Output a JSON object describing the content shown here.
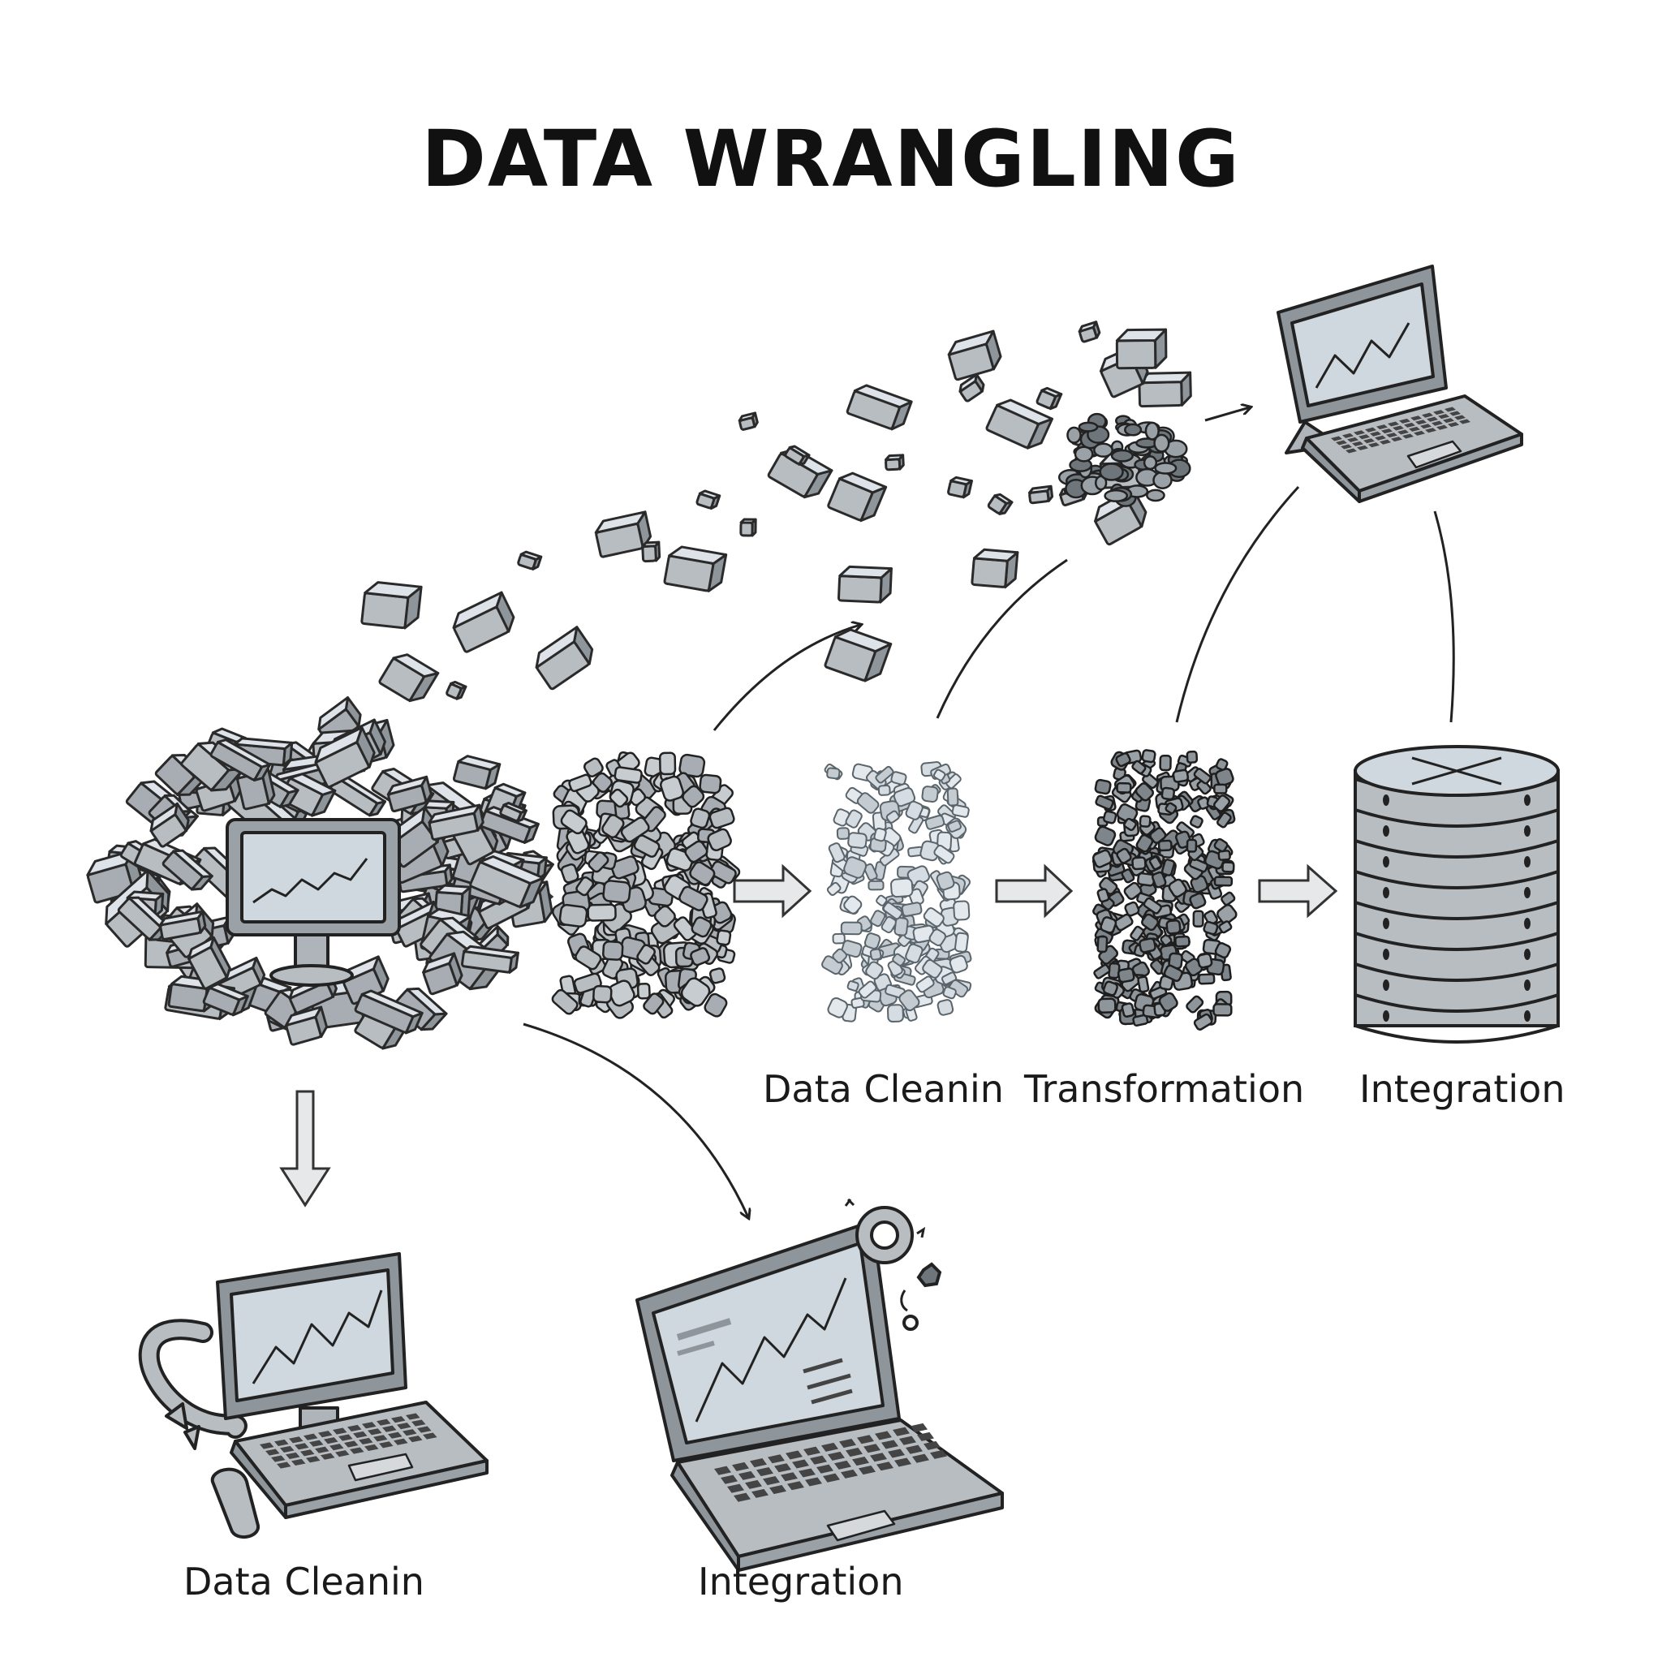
{
  "title": "DATA WRANGLING",
  "labels": {
    "row_cleaning": "Data Cleanin",
    "row_transformation": "Transformation",
    "row_integration": "Integration",
    "bottom_cleaning": "Data Cleanin",
    "bottom_integration": "Integration"
  },
  "colors": {
    "ink": "#222222",
    "fill": "#b8bdc2",
    "fill_dark": "#8e959b",
    "screen": "#cfd8de",
    "light": "#dde3e8"
  }
}
